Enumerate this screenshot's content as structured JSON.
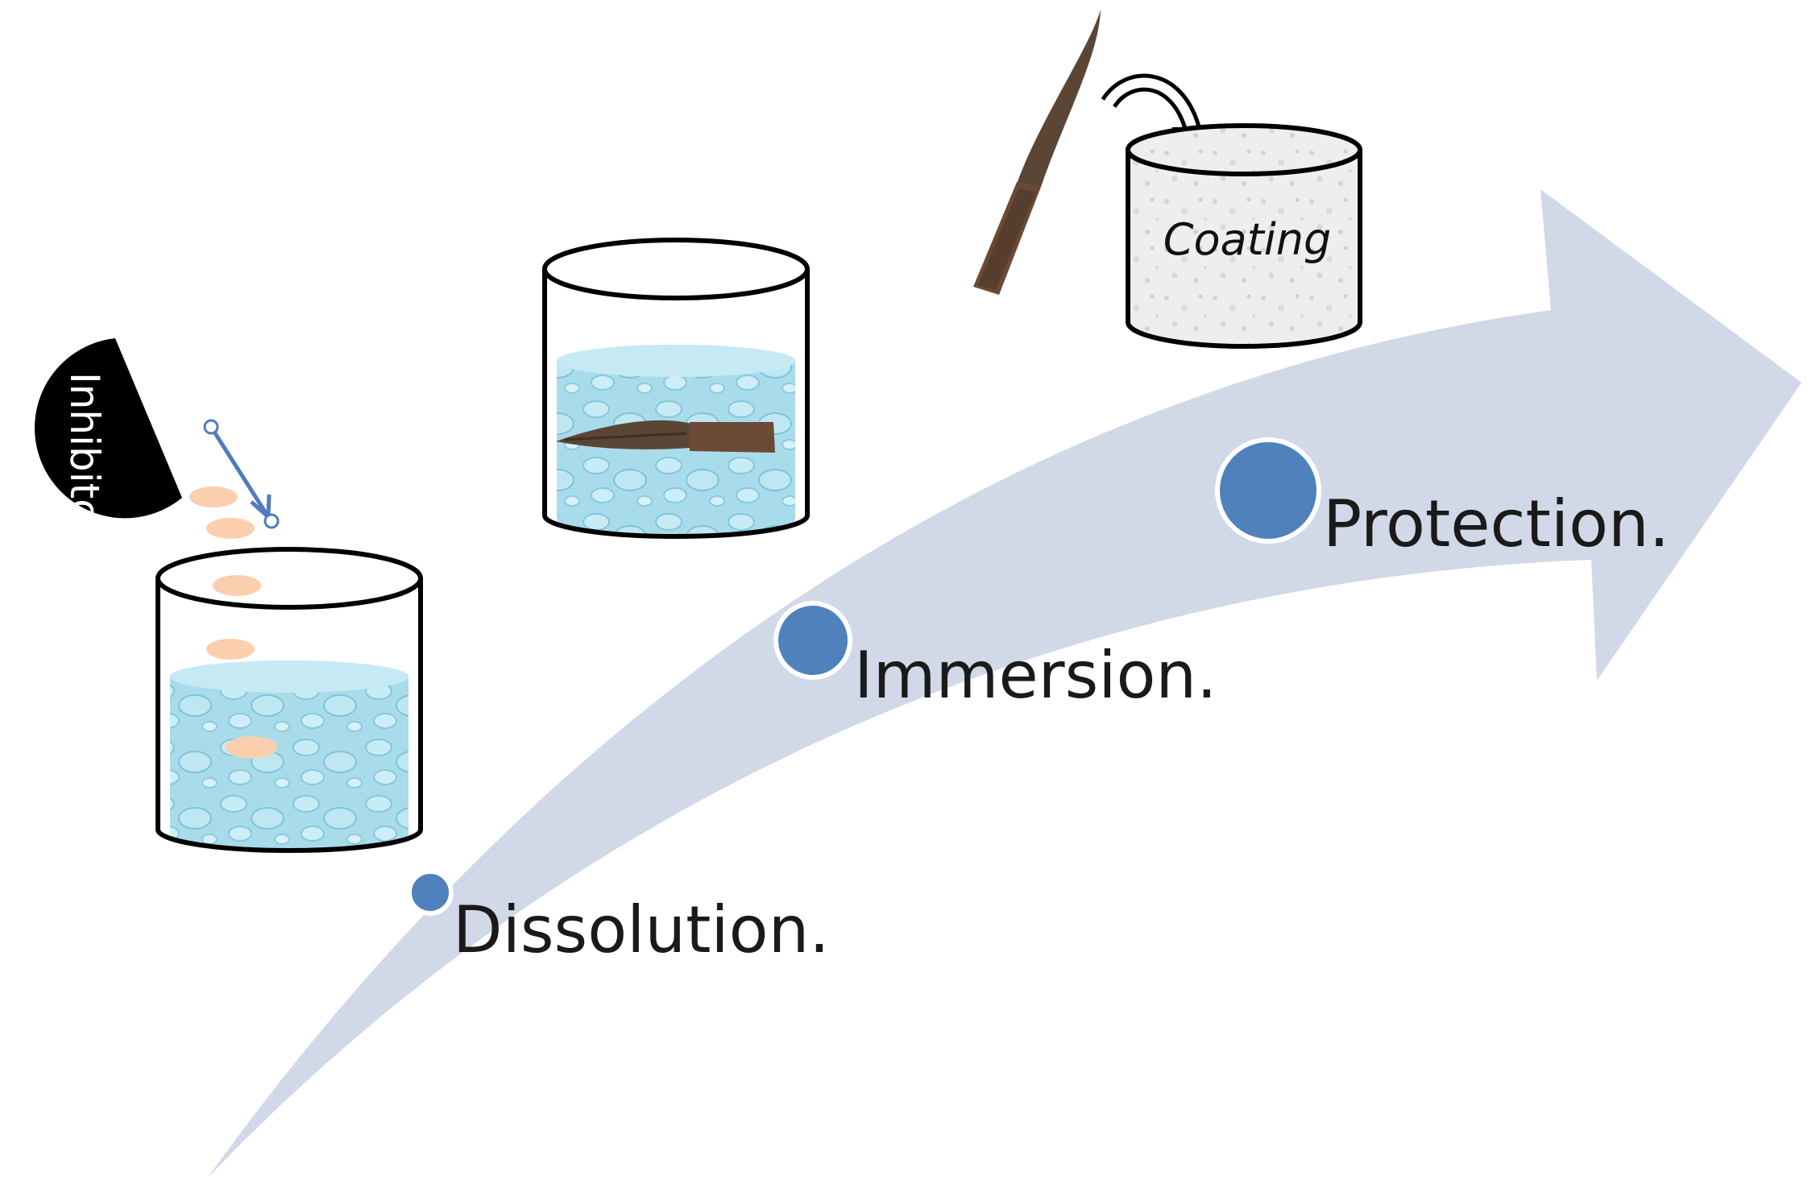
{
  "steps": [
    {
      "label": "Dissolution."
    },
    {
      "label": "Immersion."
    },
    {
      "label": "Protection."
    }
  ],
  "inhibitor": {
    "label": "Inhibitor"
  },
  "coating": {
    "label": "Coating"
  },
  "colors": {
    "arrow": "#d1d8e8",
    "step_dot": "#4f81bd",
    "water": "#a9dcea",
    "water_dark": "#7cc4da",
    "particle": "#fbcfae",
    "pointer_arrow": "#4f7bbf",
    "artifact": "#5b4636",
    "coating_fill": "#eeeeee"
  }
}
